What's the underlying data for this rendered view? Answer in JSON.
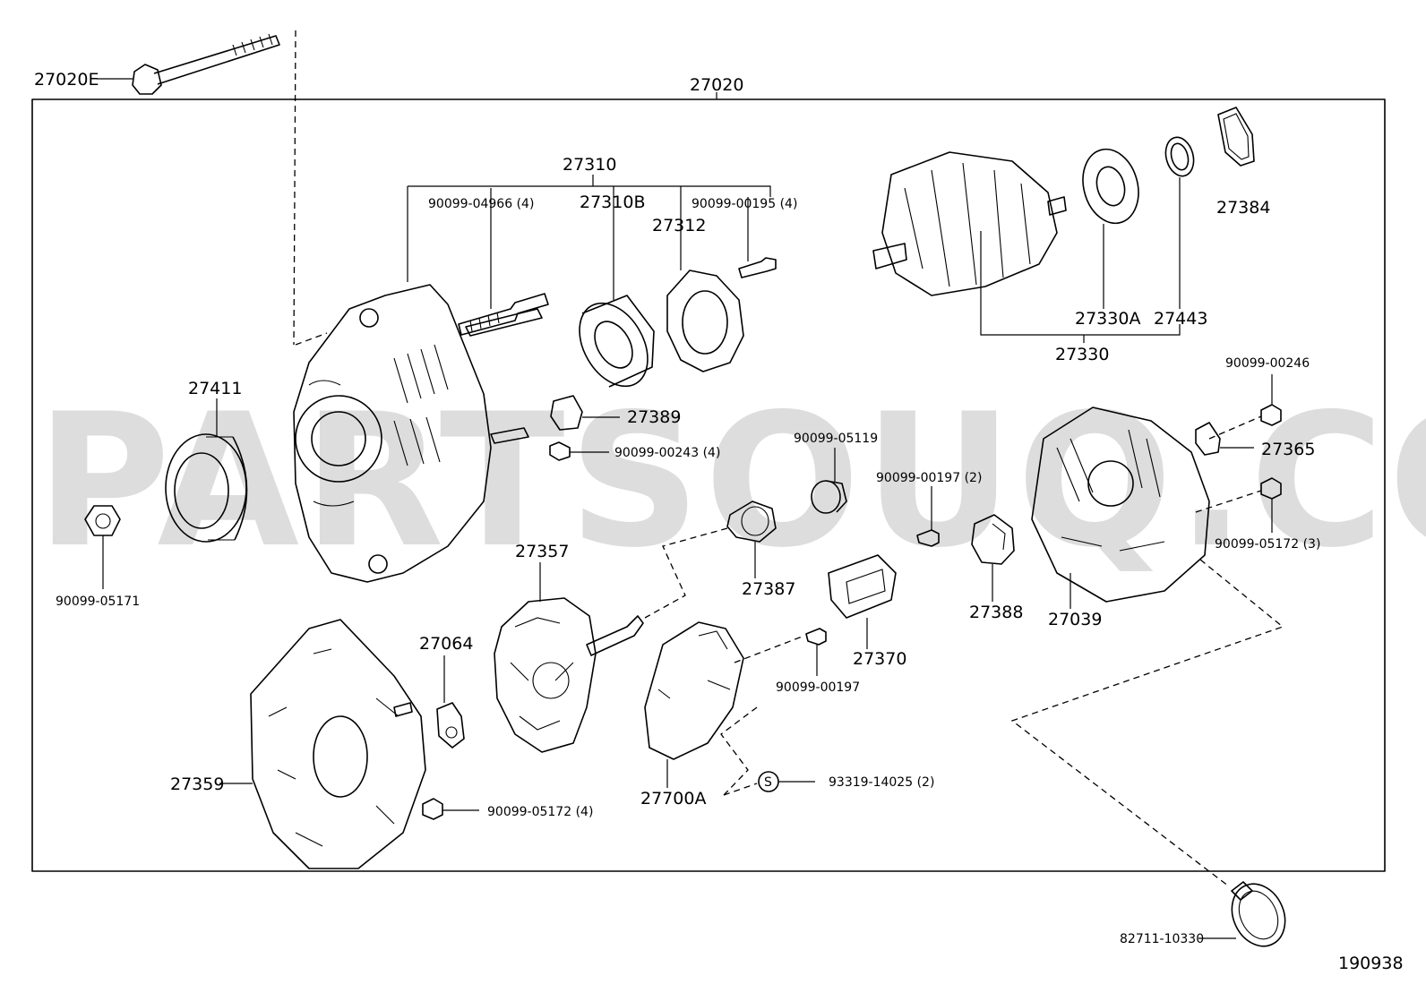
{
  "watermark": "PARTSOUQ.COM",
  "figure_id": "190938",
  "assembly_label": "27020",
  "labels": {
    "p27020E": "27020E",
    "p27310": "27310",
    "p90099_04966": "90099-04966 (4)",
    "p27310B": "27310B",
    "p27312": "27312",
    "p90099_00195": "90099-00195 (4)",
    "p27384": "27384",
    "p27330A": "27330A",
    "p27443": "27443",
    "p27330": "27330",
    "p27411": "27411",
    "p27389": "27389",
    "p90099_00243": "90099-00243 (4)",
    "p90099_05119": "90099-05119",
    "p90099_00246": "90099-00246",
    "p27365": "27365",
    "p90099_00197_2": "90099-00197 (2)",
    "p90099_05172_3": "90099-05172 (3)",
    "p90099_05171": "90099-05171",
    "p27357": "27357",
    "p27387": "27387",
    "p27388": "27388",
    "p27039": "27039",
    "p27064": "27064",
    "p27370": "27370",
    "p90099_00197": "90099-00197",
    "p27359": "27359",
    "p27700A": "27700A",
    "p93319_s": "S",
    "p93319": "93319-14025 (2)",
    "p90099_05172_4": "90099-05172 (4)",
    "p82711": "82711-10330"
  }
}
